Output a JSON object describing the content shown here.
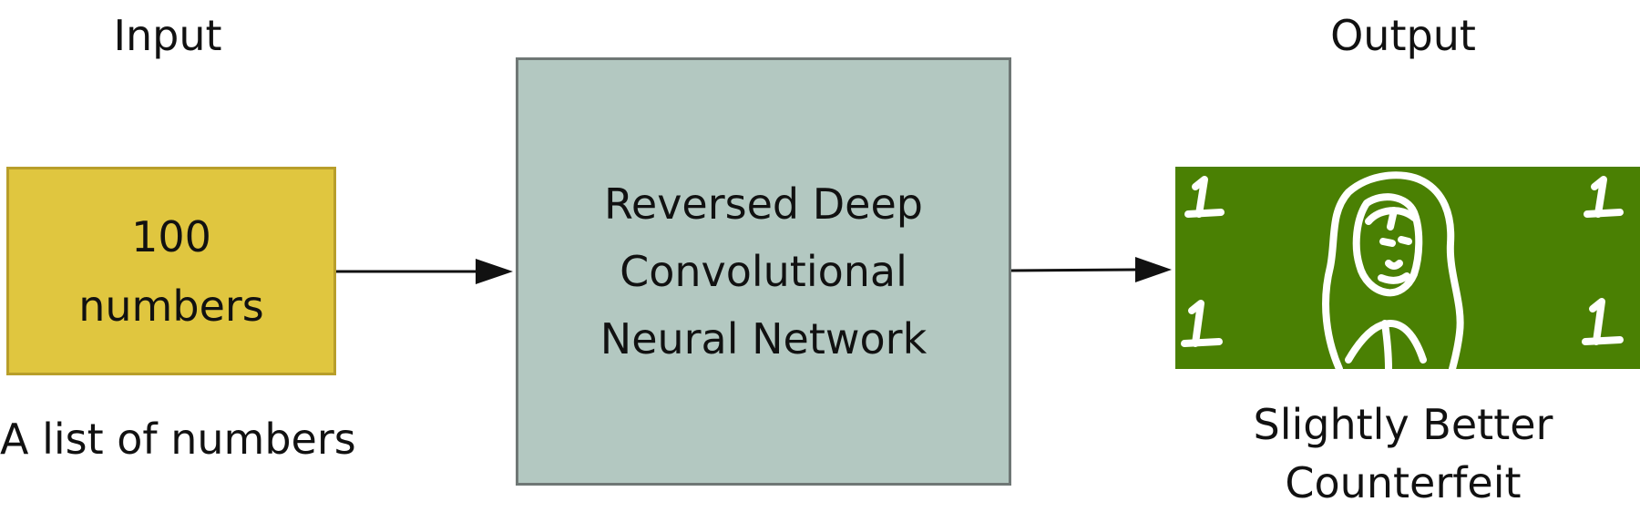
{
  "input": {
    "heading": "Input",
    "box_line1": "100",
    "box_line2": "numbers",
    "caption": "A list of numbers",
    "fill_color": "#e0c63f"
  },
  "network": {
    "line1": "Reversed Deep",
    "line2": "Convolutional",
    "line3": "Neural Network",
    "fill_color": "#b3c8c1"
  },
  "output": {
    "heading": "Output",
    "caption_line1": "Slightly Better",
    "caption_line2": "Counterfeit",
    "bill_color": "#4a8003",
    "corner_marks": [
      "1",
      "1",
      "1",
      "1"
    ]
  }
}
